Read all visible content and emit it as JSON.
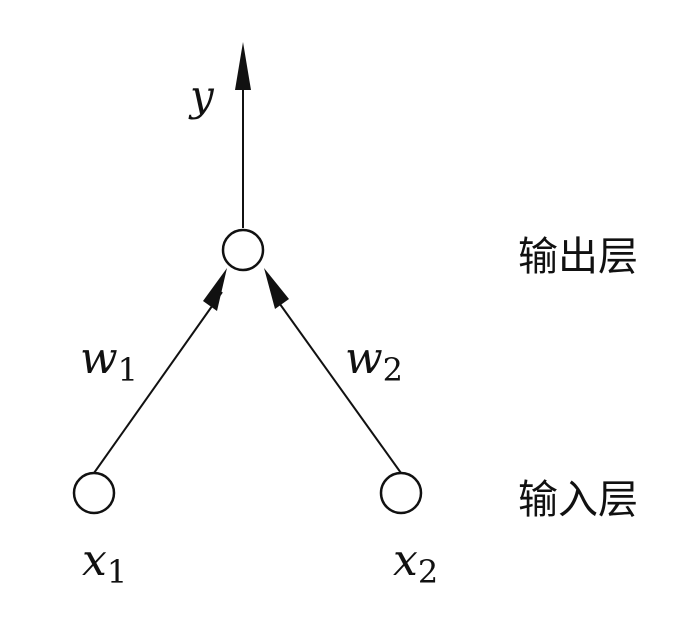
{
  "diagram": {
    "output_var": {
      "base": "y",
      "sub": ""
    },
    "weights": [
      {
        "base": "w",
        "sub": "1"
      },
      {
        "base": "w",
        "sub": "2"
      }
    ],
    "inputs": [
      {
        "base": "x",
        "sub": "1"
      },
      {
        "base": "x",
        "sub": "2"
      }
    ],
    "layer_labels": {
      "output": "输出层",
      "input": "输入层"
    }
  }
}
